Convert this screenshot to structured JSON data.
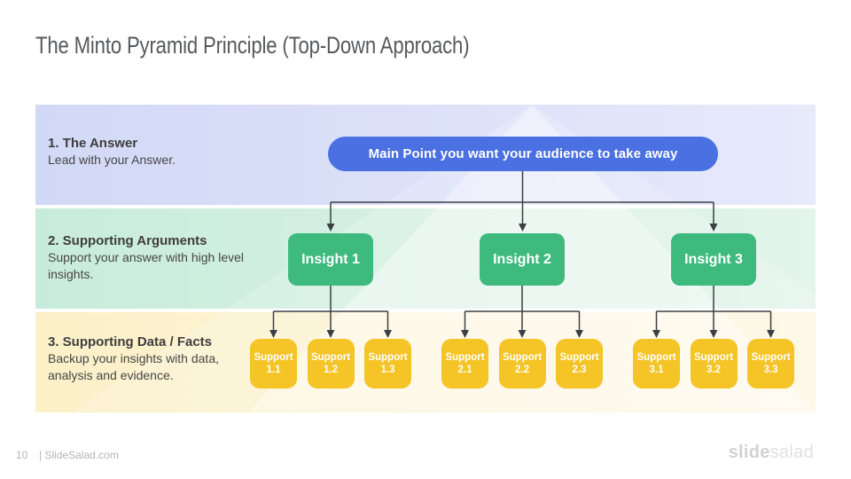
{
  "slide": {
    "title": "The Minto Pyramid Principle (Top-Down Approach)",
    "footer": {
      "page_number": "10",
      "brand_text": "| SlideSalad.com"
    },
    "logo": {
      "bold_part": "slide",
      "light_part": "salad"
    }
  },
  "rows": [
    {
      "heading": "1. The Answer",
      "description": "Lead with your Answer."
    },
    {
      "heading": "2. Supporting Arguments",
      "description": "Support your answer with high level insights."
    },
    {
      "heading": "3. Supporting Data / Facts",
      "description": "Backup your insights with data, analysis and evidence."
    }
  ],
  "diagram": {
    "main_point": "Main Point you want your audience to take away",
    "insights": [
      {
        "label": "Insight 1",
        "supports": [
          {
            "line1": "Support",
            "line2": "1.1"
          },
          {
            "line1": "Support",
            "line2": "1.2"
          },
          {
            "line1": "Support",
            "line2": "1.3"
          }
        ]
      },
      {
        "label": "Insight 2",
        "supports": [
          {
            "line1": "Support",
            "line2": "2.1"
          },
          {
            "line1": "Support",
            "line2": "2.2"
          },
          {
            "line1": "Support",
            "line2": "2.3"
          }
        ]
      },
      {
        "label": "Insight 3",
        "supports": [
          {
            "line1": "Support",
            "line2": "3.1"
          },
          {
            "line1": "Support",
            "line2": "3.2"
          },
          {
            "line1": "Support",
            "line2": "3.3"
          }
        ]
      }
    ]
  },
  "colors": {
    "main_point_bg": "#4A70E1",
    "insight_bg": "#3EBA7E",
    "support_bg": "#F5C426",
    "band_answer_bg": "#D2D9F6",
    "band_arguments_bg": "#C8ECDB",
    "band_data_bg": "#FCF0C8",
    "connector": "#3B3E43",
    "title_text": "#58595B"
  }
}
